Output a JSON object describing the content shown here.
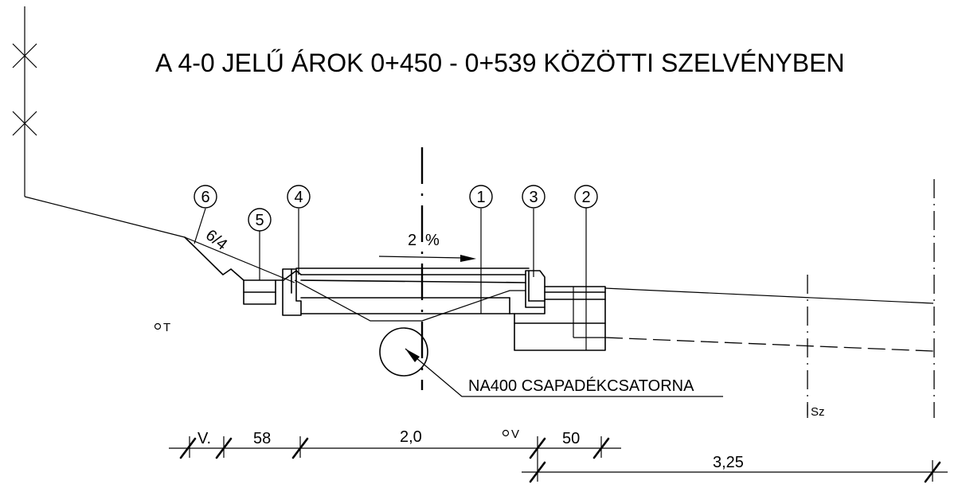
{
  "title": "A 4-0 JELŰ ÁROK 0+450 - 0+539 KÖZÖTTI SZELVÉNYBEN",
  "markers": [
    "6",
    "5",
    "4",
    "1",
    "3",
    "2"
  ],
  "slope_label": "6/4",
  "grade_label": "2",
  "grade_unit": "%",
  "pipe_label": "NA400 CSAPADÉKCSATORNA",
  "point_t": "T",
  "point_v": "V",
  "point_sz": "Sz",
  "dimensions": {
    "d_v": "V.",
    "d_58": "58",
    "d_20": "2,0",
    "d_50": "50",
    "d_325": "3,25"
  }
}
